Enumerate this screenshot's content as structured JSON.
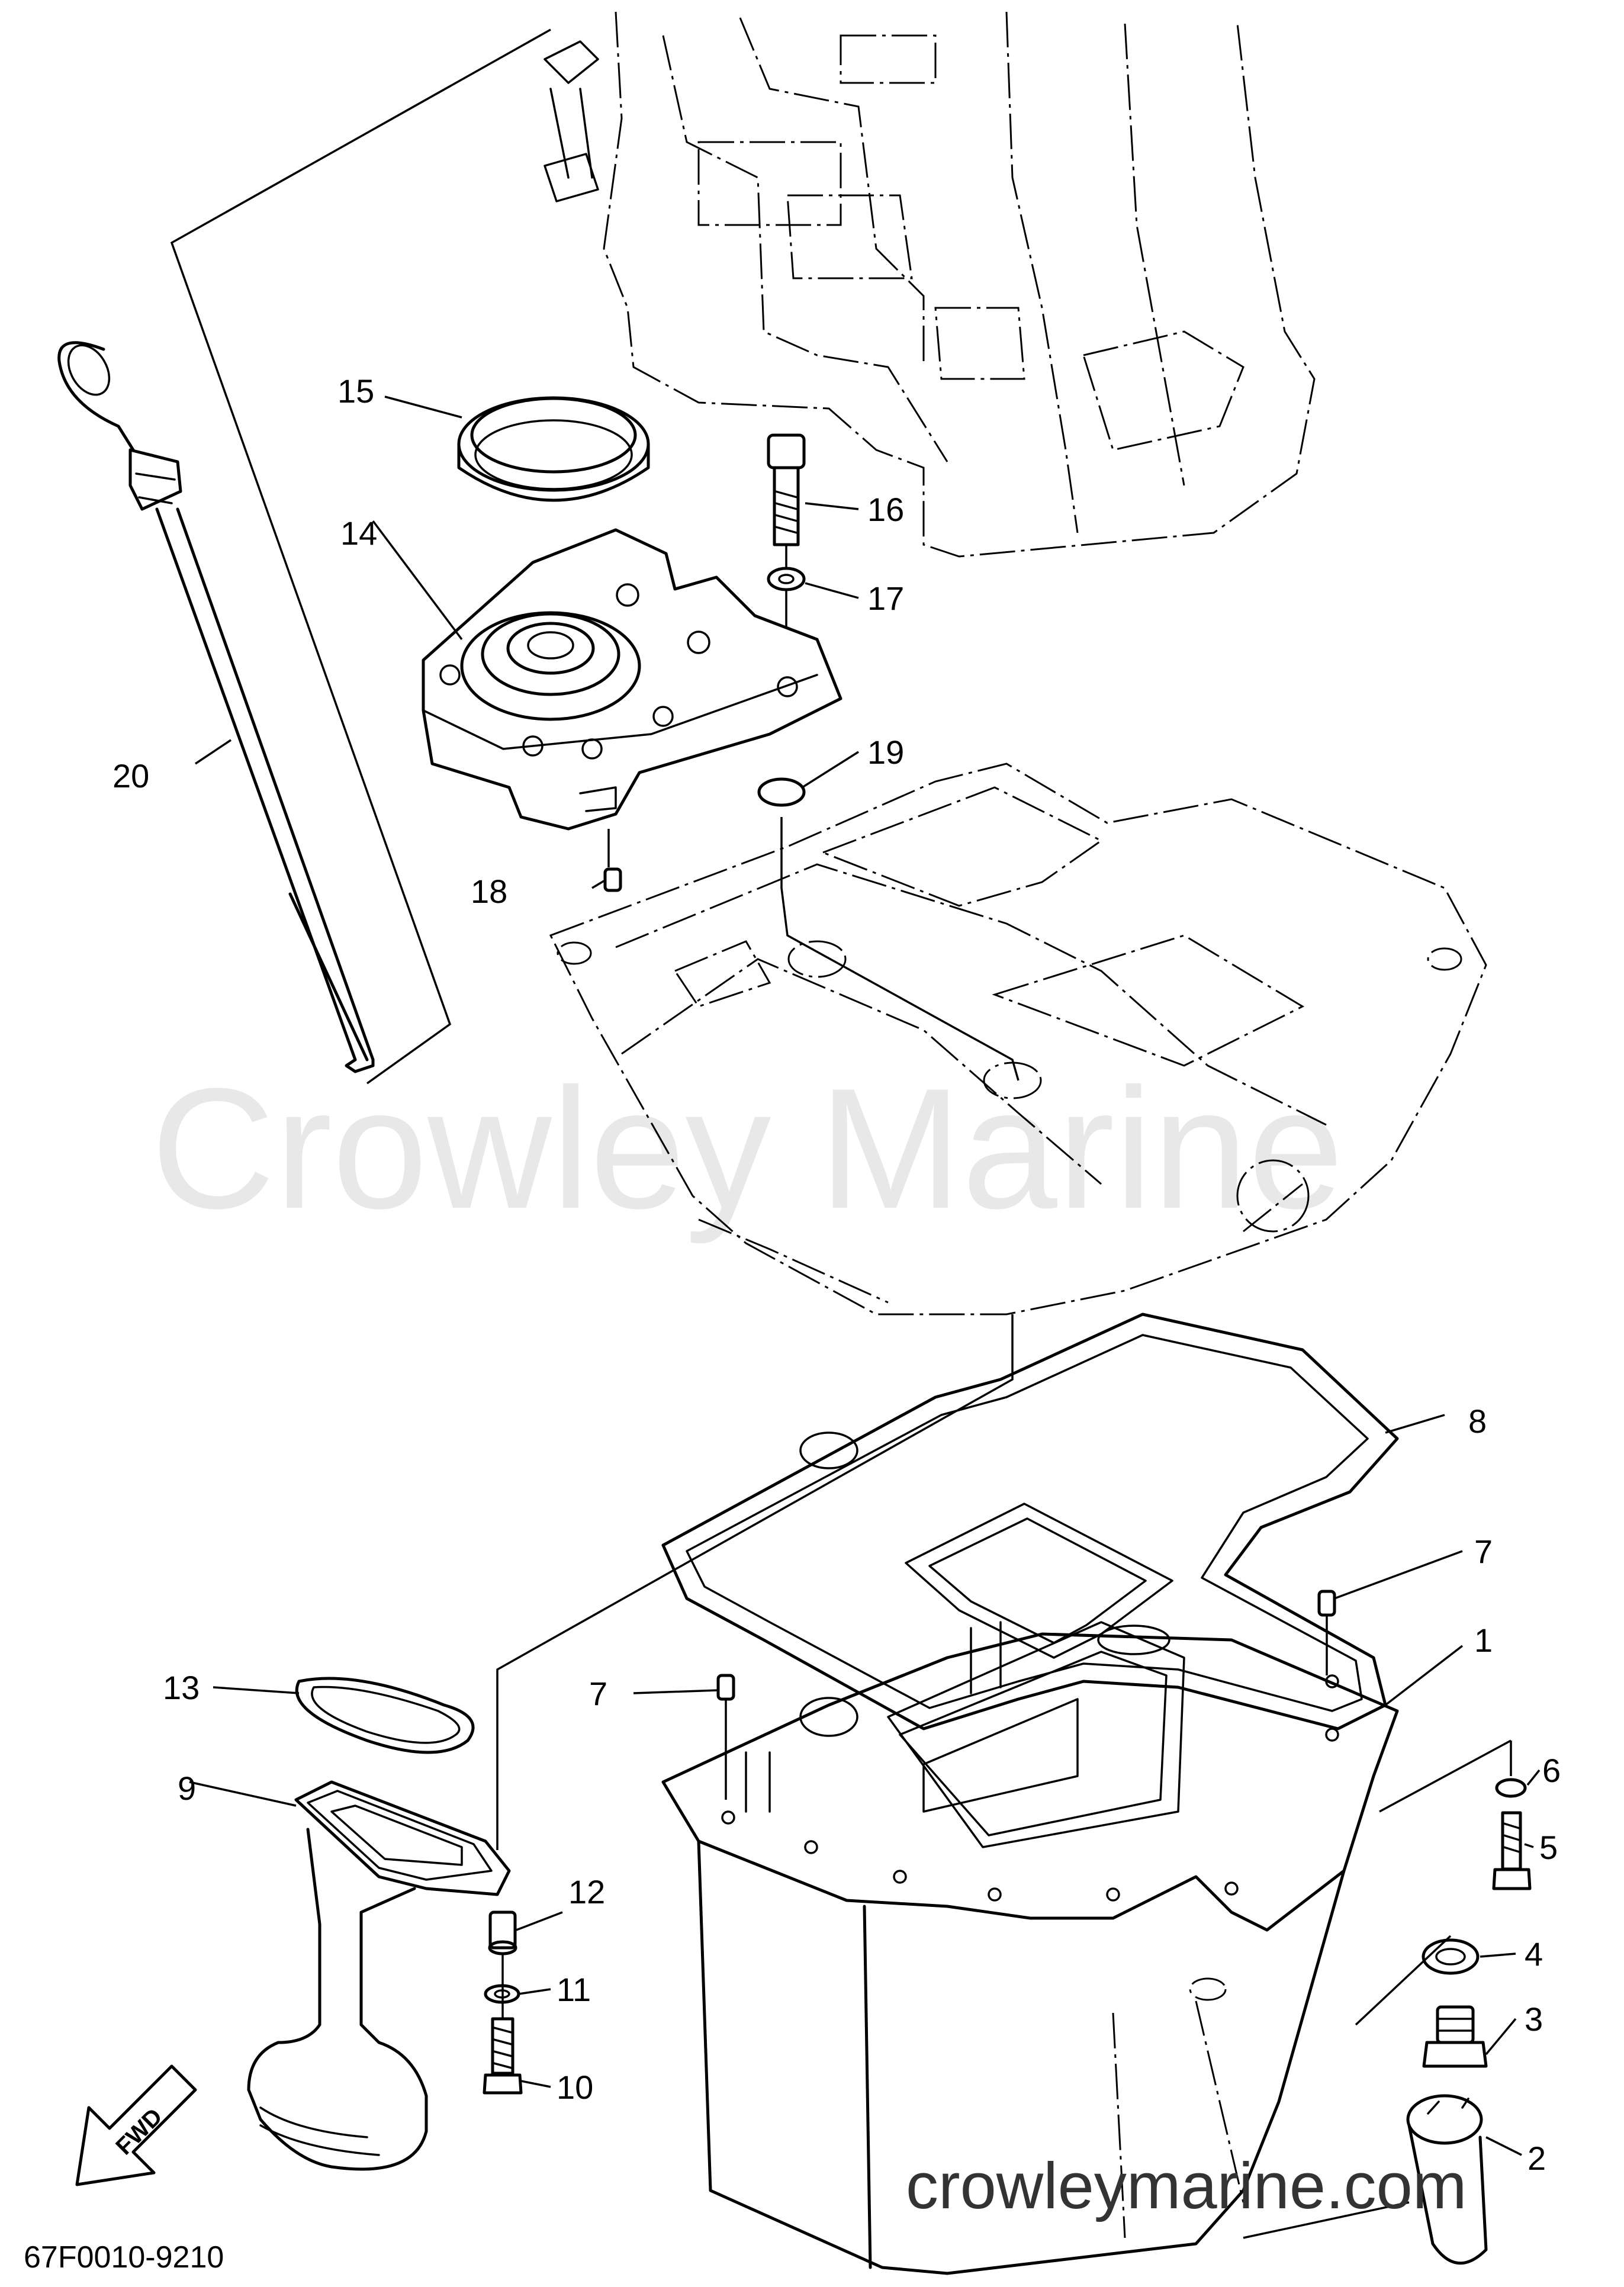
{
  "watermark": "Crowley Marine",
  "site": "crowleymarine.com",
  "diagram_code": "67F0010-9210",
  "fwd_label": "FWD",
  "callouts": {
    "c1": "1",
    "c2": "2",
    "c3": "3",
    "c4": "4",
    "c5": "5",
    "c6": "6",
    "c7a": "7",
    "c7b": "7",
    "c8": "8",
    "c9": "9",
    "c10": "10",
    "c11": "11",
    "c12": "12",
    "c13": "13",
    "c14": "14",
    "c15": "15",
    "c16": "16",
    "c17": "17",
    "c18": "18",
    "c19": "19",
    "c20": "20"
  }
}
